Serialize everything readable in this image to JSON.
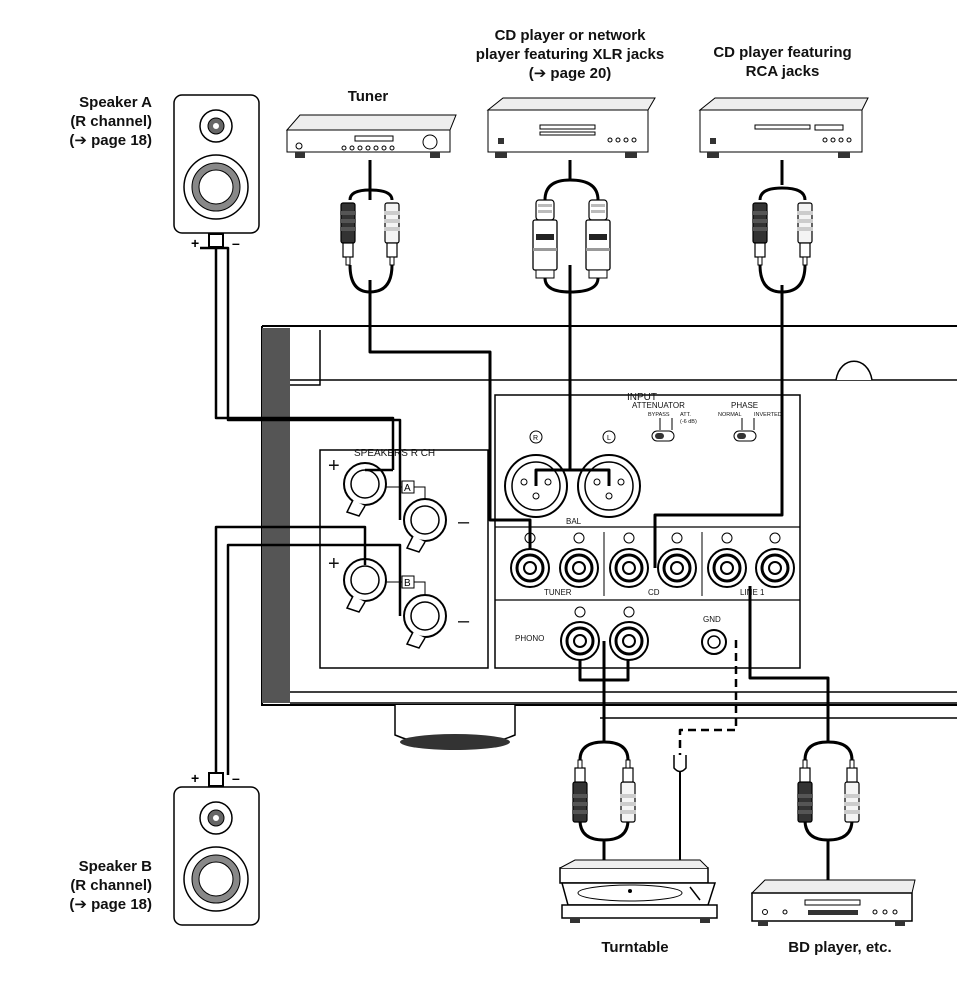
{
  "labels": {
    "speaker_a": [
      "Speaker A",
      "(R channel)",
      "(➔ page 18)"
    ],
    "speaker_b": [
      "Speaker B",
      "(R channel)",
      "(➔ page 18)"
    ],
    "tuner": "Tuner",
    "cd_xlr": [
      "CD player or network",
      "player featuring XLR jacks",
      "(➔ page 20)"
    ],
    "cd_rca": [
      "CD player featuring",
      "RCA jacks"
    ],
    "turntable": "Turntable",
    "bd_player": "BD player, etc."
  },
  "panel": {
    "input": "INPUT",
    "attenuator": "ATTENUATOR",
    "bypass": "BYPASS",
    "att": "ATT.",
    "att_db": "(-6 dB)",
    "phase": "PHASE",
    "normal": "NORMAL",
    "inverted": "INVERTED",
    "bal": "BAL",
    "tuner": "TUNER",
    "cd": "CD",
    "line1": "LINE 1",
    "phono": "PHONO",
    "gnd": "GND",
    "speakers": "SPEAKERS R CH",
    "a": "A",
    "b": "B",
    "r": "R",
    "l": "L",
    "plus": "+",
    "minus": "–"
  }
}
